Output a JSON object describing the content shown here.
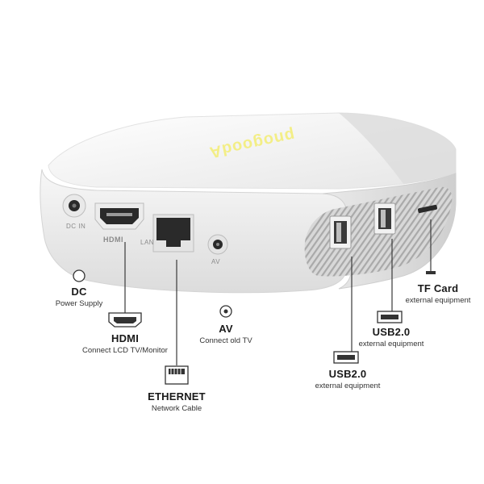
{
  "device": {
    "brand_text": "pnogoodA",
    "port_text": {
      "dc": "DC IN",
      "hdmi": "HDMI",
      "lan": "LAN",
      "av": "AV"
    },
    "colors": {
      "shell": "#f0f0f0",
      "port": "#2a2a2a",
      "grille": "#bdbdbd",
      "line": "#3a3a3a"
    }
  },
  "callouts": {
    "dc": {
      "title": "DC",
      "subtitle": "Power Supply",
      "icon": "dc-port-icon"
    },
    "hdmi": {
      "title": "HDMI",
      "subtitle": "Connect LCD TV/Monitor",
      "icon": "hdmi-port-icon"
    },
    "av": {
      "title": "AV",
      "subtitle": "Connect old TV",
      "icon": "av-port-icon"
    },
    "ethernet": {
      "title": "ETHERNET",
      "subtitle": "Network Cable",
      "icon": "ethernet-port-icon"
    },
    "tf": {
      "title": "TF Card",
      "subtitle": "external equipment",
      "icon": "tf-card-slot-icon"
    },
    "usb_top": {
      "title": "USB2.0",
      "subtitle": "external equipment",
      "icon": "usb-port-icon"
    },
    "usb_bottom": {
      "title": "USB2.0",
      "subtitle": "external equipment",
      "icon": "usb-port-icon"
    }
  }
}
